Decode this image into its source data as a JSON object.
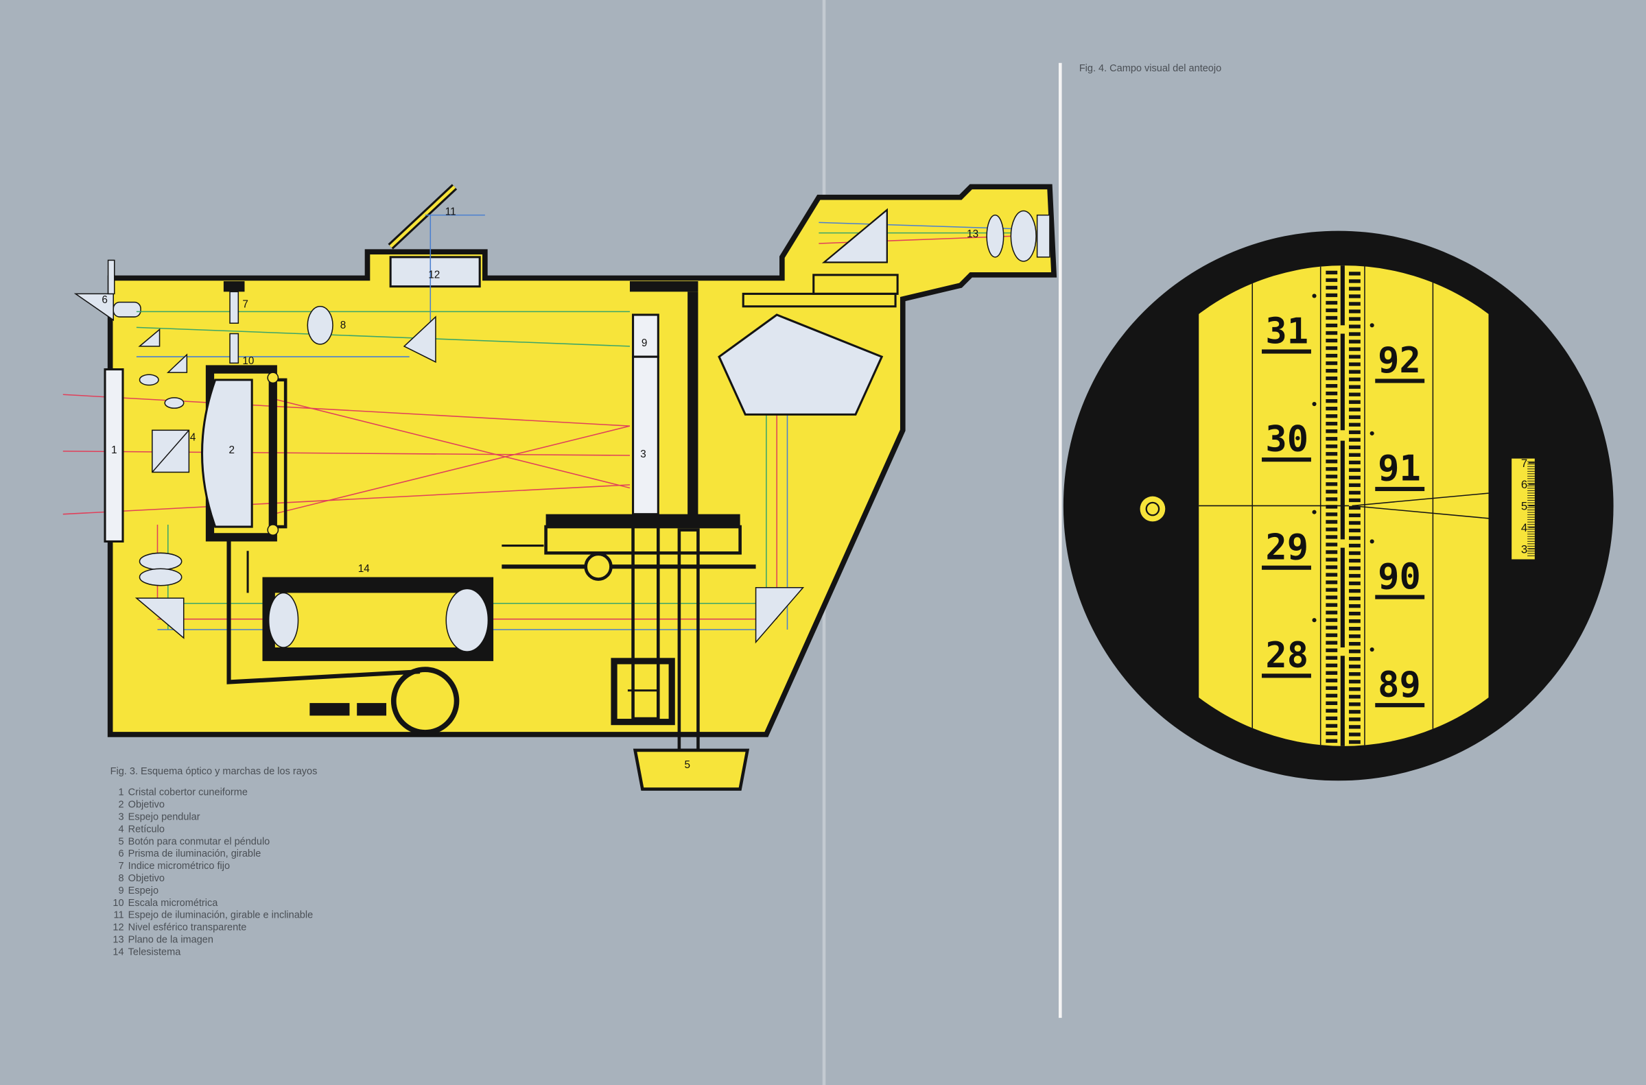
{
  "figure3": {
    "caption": "Fig. 3.  Esquema óptico y marchas de los rayos",
    "callouts": [
      "1",
      "2",
      "3",
      "4",
      "5",
      "6",
      "7",
      "8",
      "9",
      "10",
      "11",
      "12",
      "13",
      "14"
    ],
    "legend": [
      {
        "num": "1",
        "text": "Cristal cobertor cuneiforme"
      },
      {
        "num": "2",
        "text": "Objetivo"
      },
      {
        "num": "3",
        "text": "Espejo pendular"
      },
      {
        "num": "4",
        "text": "Retículo"
      },
      {
        "num": "5",
        "text": "Botón para conmutar el péndulo"
      },
      {
        "num": "6",
        "text": "Prisma de iluminación, girable"
      },
      {
        "num": "7",
        "text": "Indice micrométrico fijo"
      },
      {
        "num": "8",
        "text": "Objetivo"
      },
      {
        "num": "9",
        "text": "Espejo"
      },
      {
        "num": "10",
        "text": "Escala micrométrica"
      },
      {
        "num": "11",
        "text": "Espejo de iluminación, girable e inclinable"
      },
      {
        "num": "12",
        "text": "Nivel esférico transparente"
      },
      {
        "num": "13",
        "text": "Plano de la imagen"
      },
      {
        "num": "14",
        "text": "Telesistema"
      }
    ]
  },
  "figure4": {
    "caption": "Fig. 4.  Campo visual del anteojo",
    "left_numbers": [
      "31",
      "30",
      "29",
      "28"
    ],
    "right_numbers": [
      "92",
      "91",
      "90",
      "89"
    ],
    "micrometer_numbers": [
      "7",
      "6",
      "5",
      "4",
      "3"
    ]
  },
  "colors": {
    "background": "#a8b2bc",
    "yellow": "#f7e43a",
    "black": "#141414",
    "ray_red": "#e0405a",
    "ray_green": "#3aa56a",
    "ray_blue": "#4a7fd0"
  }
}
